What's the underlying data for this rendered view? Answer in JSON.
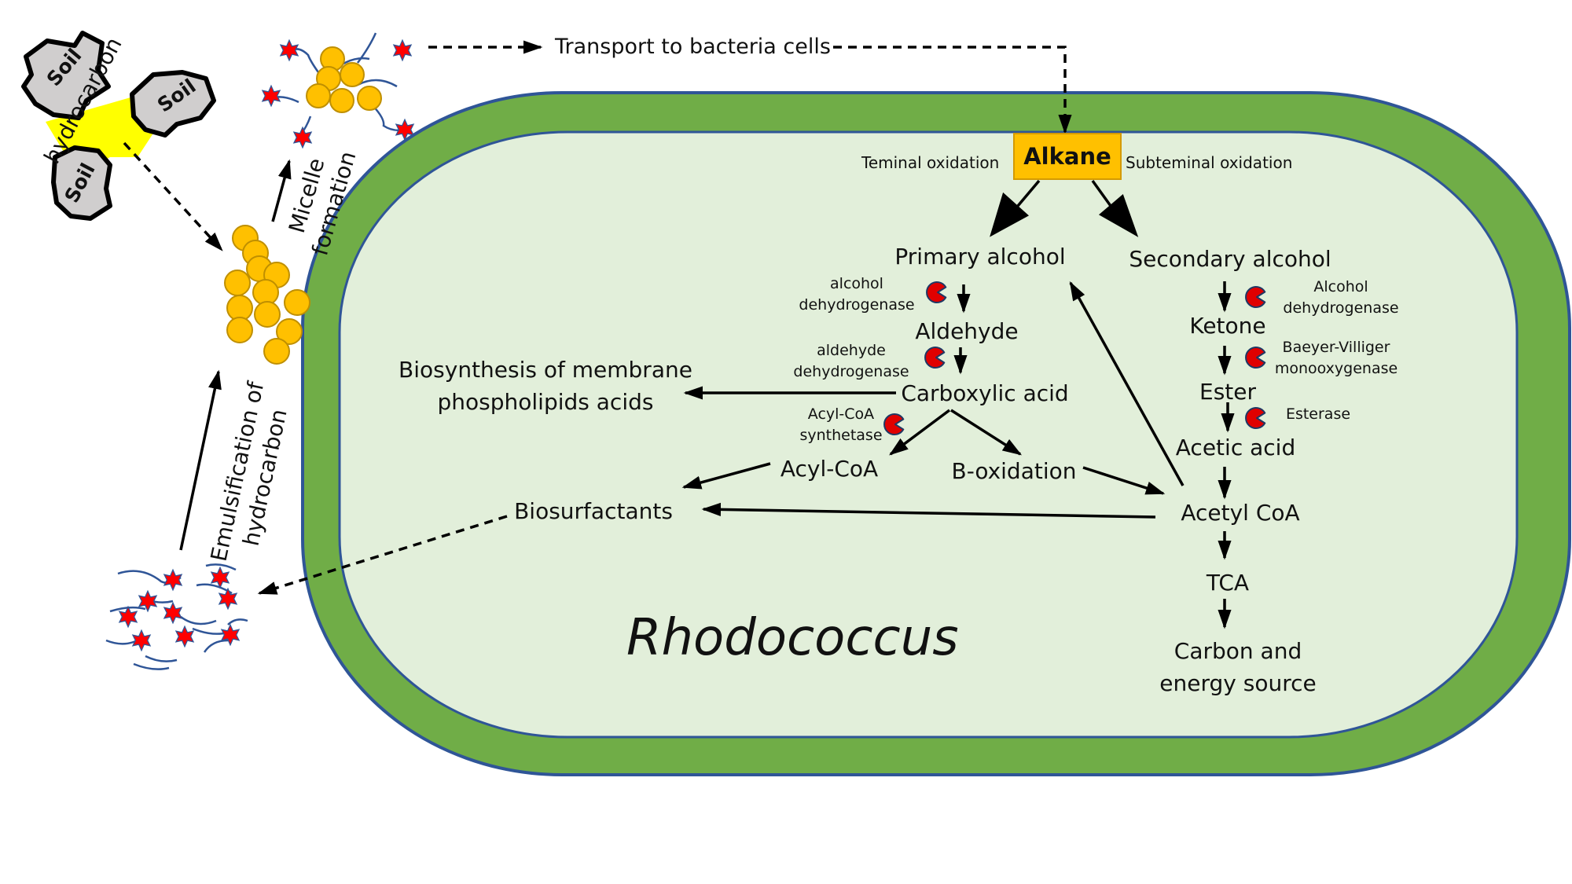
{
  "organism": "Rhodococcus",
  "alkane": "Alkane",
  "oxidation": {
    "terminal": "Teminal oxidation",
    "subterminal": "Subteminal oxidation"
  },
  "transport": "Transport to bacteria cells",
  "soil": {
    "label": "Soil",
    "hydrocarbon": "hydrocarbon"
  },
  "micelle": {
    "line1": "Micelle",
    "line2": "formation"
  },
  "emulsification": {
    "line1": "Emulsification of",
    "line2": "hydrocarbon"
  },
  "left_pathway": {
    "primary_alcohol": "Primary alcohol",
    "aldehyde": "Aldehyde",
    "carboxylic_acid": "Carboxylic acid",
    "acyl_coa": "Acyl-CoA",
    "b_oxidation": "B-oxidation",
    "enzyme_1": [
      "alcohol",
      "dehydrogenase"
    ],
    "enzyme_2": [
      "aldehyde",
      "dehydrogenase"
    ],
    "enzyme_3": [
      "Acyl-CoA",
      "synthetase"
    ]
  },
  "right_pathway": {
    "secondary_alcohol": "Secondary alcohol",
    "ketone": "Ketone",
    "ester": "Ester",
    "acetic_acid": "Acetic acid",
    "acetyl_coa": "Acetyl CoA",
    "tca": "TCA",
    "carbon_energy": [
      "Carbon and",
      "energy source"
    ],
    "enzyme_1": [
      "Alcohol",
      "dehydrogenase"
    ],
    "enzyme_2": [
      "Baeyer-Villiger",
      "monooxygenase"
    ],
    "enzyme_3": [
      "Esterase"
    ]
  },
  "membrane": [
    "Biosynthesis of membrane",
    "phospholipids acids"
  ],
  "biosurfactants": "Biosurfactants",
  "colors": {
    "cell_wall": "#70ad47",
    "cell_outline": "#2f5597",
    "cytoplasm": "#e2efda",
    "droplet": "#ffc000",
    "droplet_outline": "#bf8f00",
    "hydrocarbon": "#ffff00",
    "soil": "#d0cece",
    "enzyme": "#e00000",
    "surfactant_head": "#ff0000"
  }
}
